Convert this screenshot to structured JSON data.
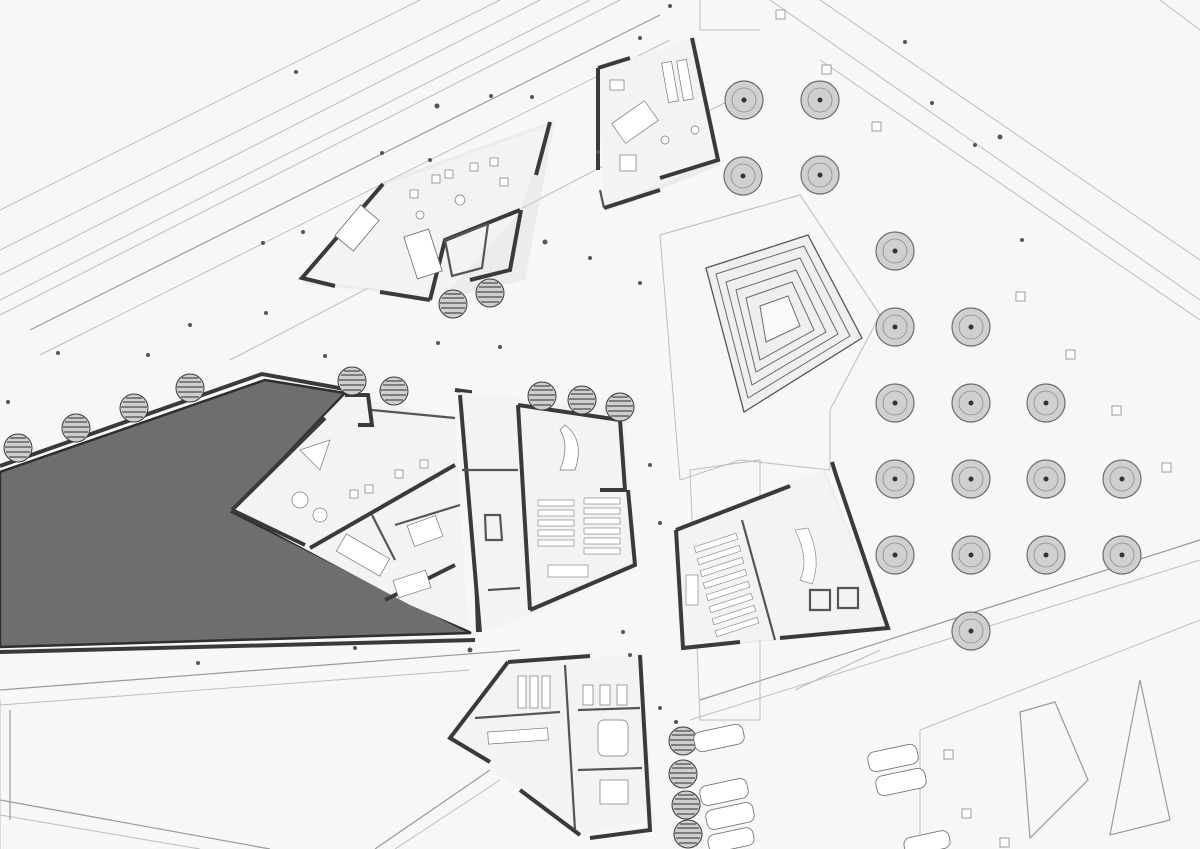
{
  "drawing": {
    "type": "architectural site plan",
    "text_labels": []
  },
  "colors": {
    "background": "#f7f7f7",
    "water_pool": "#6e6e6e",
    "walls": "#3a3a3a",
    "tree_canopy": "#d0d0d0"
  },
  "elements": {
    "buildings": [
      "north-wedge-pavilion",
      "north-square-pavilion",
      "west-complex",
      "central-lecture-hall",
      "east-auditorium",
      "south-office-block"
    ],
    "landscape": [
      "water-pool",
      "stepped-pyramid-plaza",
      "tree-grid",
      "street-trees",
      "parking-area"
    ]
  }
}
